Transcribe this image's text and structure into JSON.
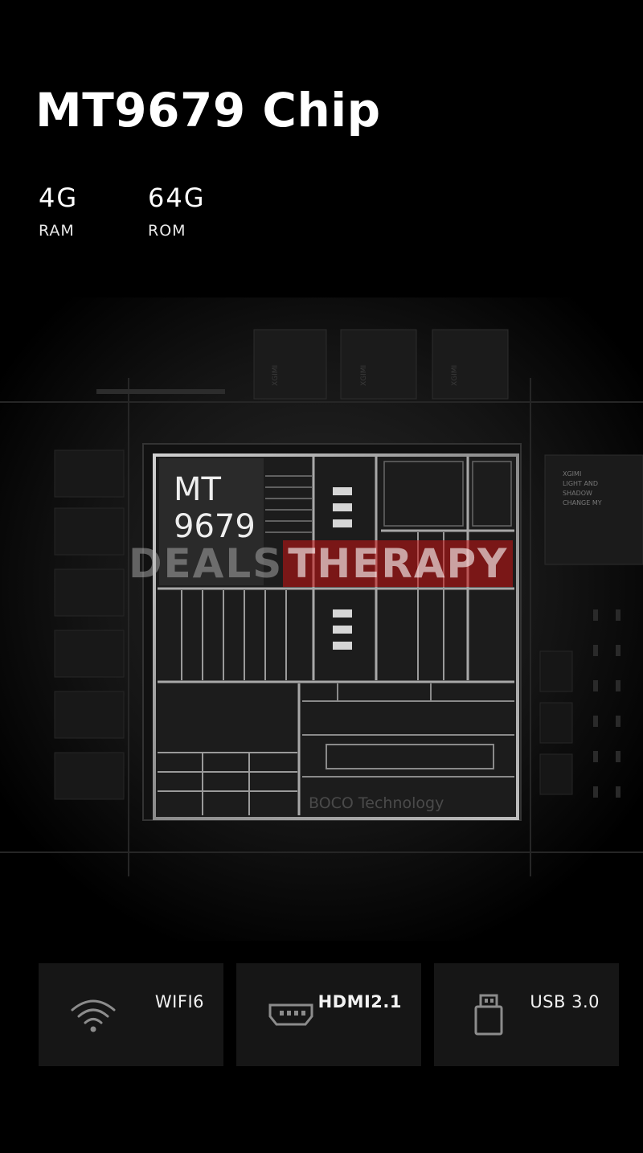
{
  "title": "MT9679 Chip",
  "specs": [
    {
      "value": "4G",
      "label": "RAM"
    },
    {
      "value": "64G",
      "label": "ROM"
    }
  ],
  "chip": {
    "line1": "MT",
    "line2": "9679",
    "footer_text": "BOCO Technology",
    "side_text_1": "XGIMI",
    "side_text_2": "LIGHT AND",
    "side_text_3": "SHADOW",
    "side_text_4": "CHANGE MY",
    "memory_text": "XGIMI"
  },
  "watermark": {
    "part1": "DEALS",
    "part2": "THERAPY"
  },
  "features": [
    {
      "label": "WIFI6",
      "icon": "wifi-icon"
    },
    {
      "label": "HDMI2.1",
      "icon": "hdmi-port-icon"
    },
    {
      "label": "USB 3.0",
      "icon": "usb-drive-icon"
    }
  ],
  "colors": {
    "background": "#000000",
    "text": "#ffffff",
    "card": "#161616",
    "watermark_red": "#c81414"
  }
}
